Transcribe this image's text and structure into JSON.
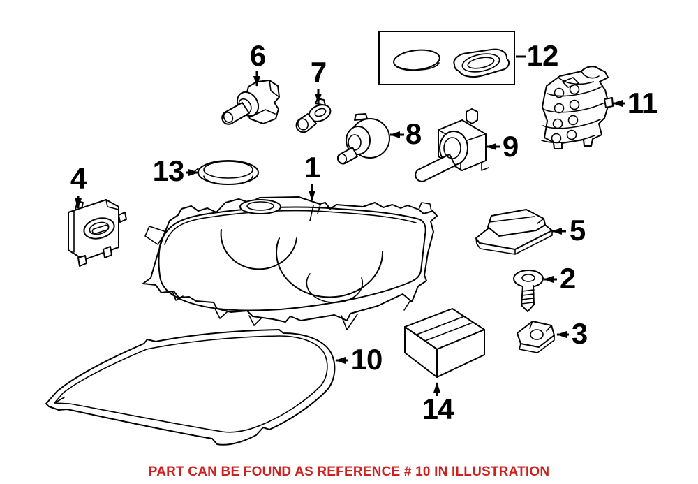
{
  "caption": {
    "text": "PART CAN BE FOUND AS REFERENCE # 10 IN ILLUSTRATION",
    "color": "#cf2020"
  },
  "colors": {
    "line": "#000000",
    "background": "#ffffff",
    "label": "#000000"
  },
  "parts": [
    {
      "label": "1"
    },
    {
      "label": "2"
    },
    {
      "label": "3"
    },
    {
      "label": "4"
    },
    {
      "label": "5"
    },
    {
      "label": "6"
    },
    {
      "label": "7"
    },
    {
      "label": "8"
    },
    {
      "label": "9"
    },
    {
      "label": "10"
    },
    {
      "label": "11"
    },
    {
      "label": "12"
    },
    {
      "label": "13"
    },
    {
      "label": "14"
    }
  ]
}
